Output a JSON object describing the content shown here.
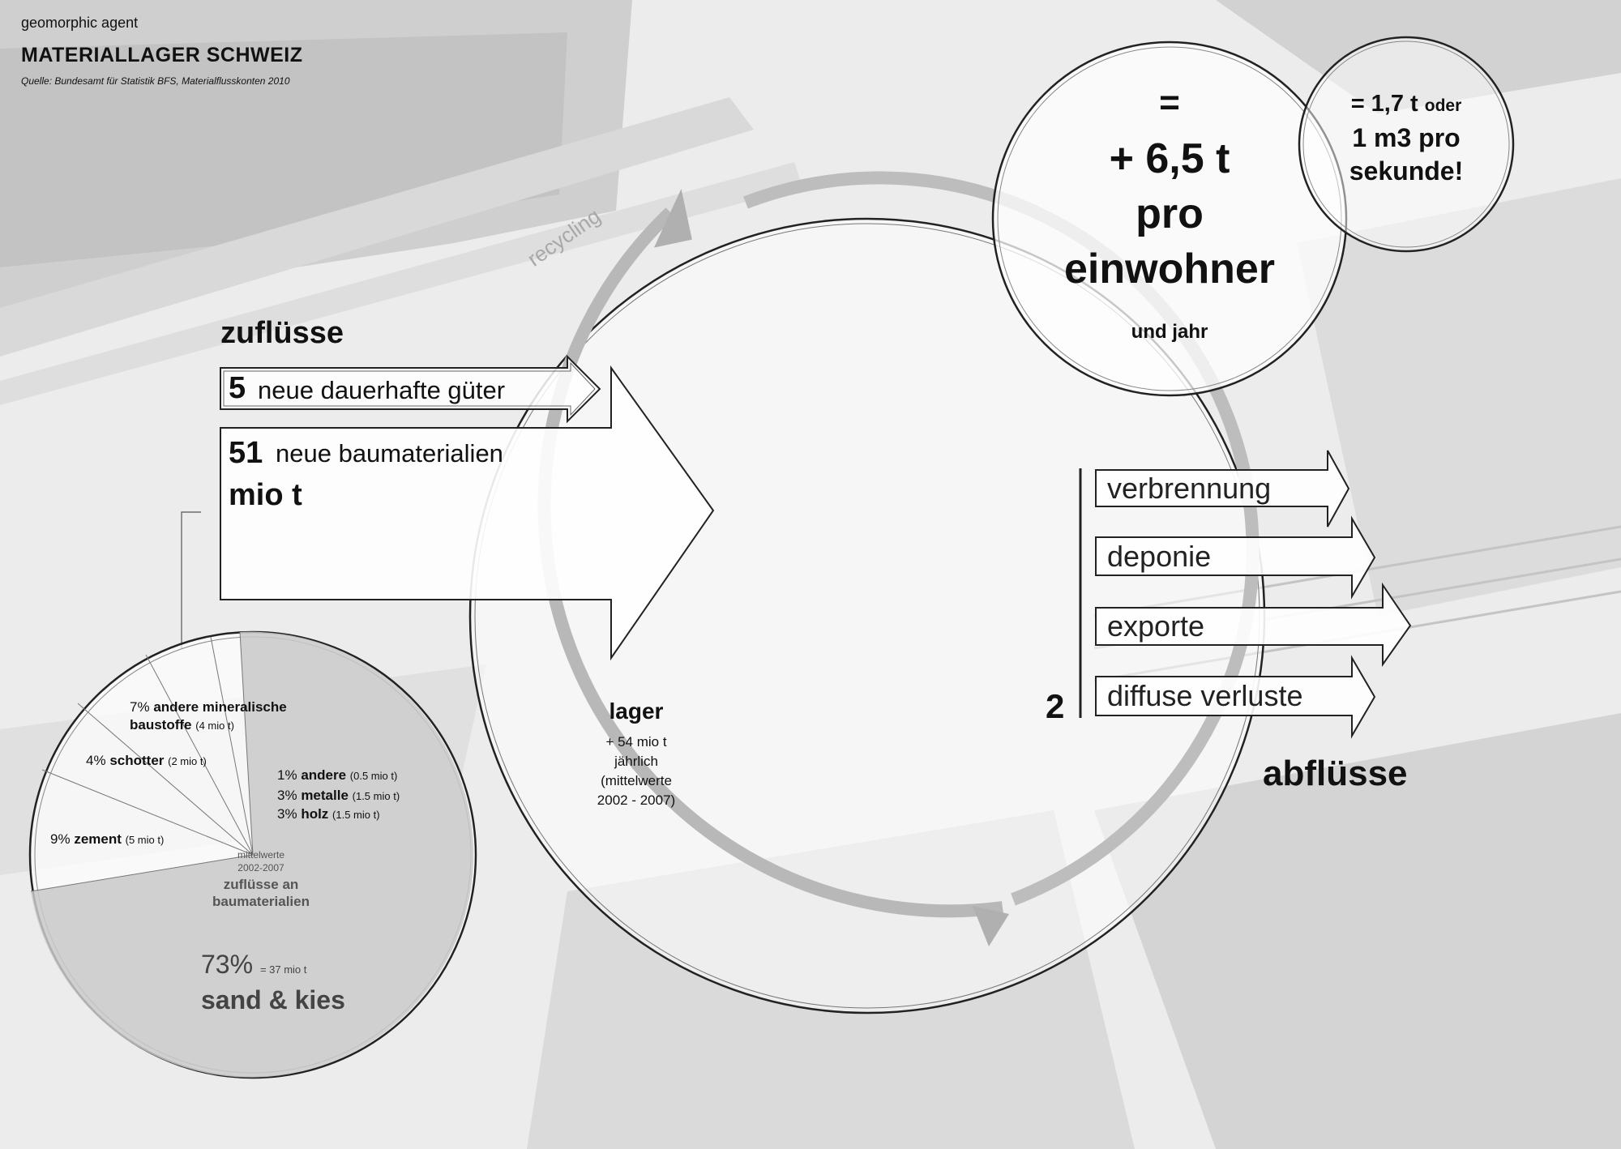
{
  "header": {
    "agent": "geomorphic agent",
    "title": "MATERIALLAGER SCHWEIZ",
    "source": "Quelle: Bundesamt für Statistik BFS, Materialflusskonten 2010"
  },
  "inflows": {
    "heading": "zuflüsse",
    "goods_value": "5",
    "goods_label": "neue dauerhafte güter",
    "building_value": "51",
    "building_label": "neue baumaterialien",
    "unit": "mio t"
  },
  "cycle": {
    "recycling_label": "recycling",
    "lager_title": "lager",
    "lager_line1": "+ 54 mio t",
    "lager_line2": "jährlich",
    "lager_line3": "(mittelwerte",
    "lager_line4": "2002 - 2007)"
  },
  "per_capita": {
    "equals": "=",
    "value": "+ 6,5 t",
    "line2": "pro",
    "line3": "einwohner",
    "line4": "und jahr"
  },
  "per_second": {
    "line1_main": "= 1,7 t",
    "line1_small": "oder",
    "line2": "1 m3 pro",
    "line3": "sekunde!"
  },
  "outflows": {
    "heading": "abflüsse",
    "value": "2",
    "items": [
      "verbrennung",
      "deponie",
      "exporte",
      "diffuse verluste"
    ]
  },
  "pie": {
    "center_line1": "mittelwerte",
    "center_line2": "2002-2007",
    "center_title1": "zuflüsse an",
    "center_title2": "baumaterialien",
    "big_pct": "73%",
    "big_detail": "= 37 mio t",
    "big_name": "sand & kies",
    "segments": [
      {
        "pct": "7%",
        "name": "andere mineralische",
        "name2": "baustoffe",
        "detail": "(4 mio t)"
      },
      {
        "pct": "4%",
        "name": "schotter",
        "detail": "(2 mio t)"
      },
      {
        "pct": "1%",
        "name": "andere",
        "detail": "(0.5 mio t)"
      },
      {
        "pct": "3%",
        "name": "metalle",
        "detail": "(1.5 mio t)"
      },
      {
        "pct": "3%",
        "name": "holz",
        "detail": "(1.5 mio t)"
      },
      {
        "pct": "9%",
        "name": "zement",
        "detail": "(5 mio t)"
      }
    ]
  },
  "colors": {
    "background": "#e9e9e9",
    "line": "#222222",
    "cycle_ring": "#b8b8b8",
    "pie_fill": "#c8c8c8"
  }
}
